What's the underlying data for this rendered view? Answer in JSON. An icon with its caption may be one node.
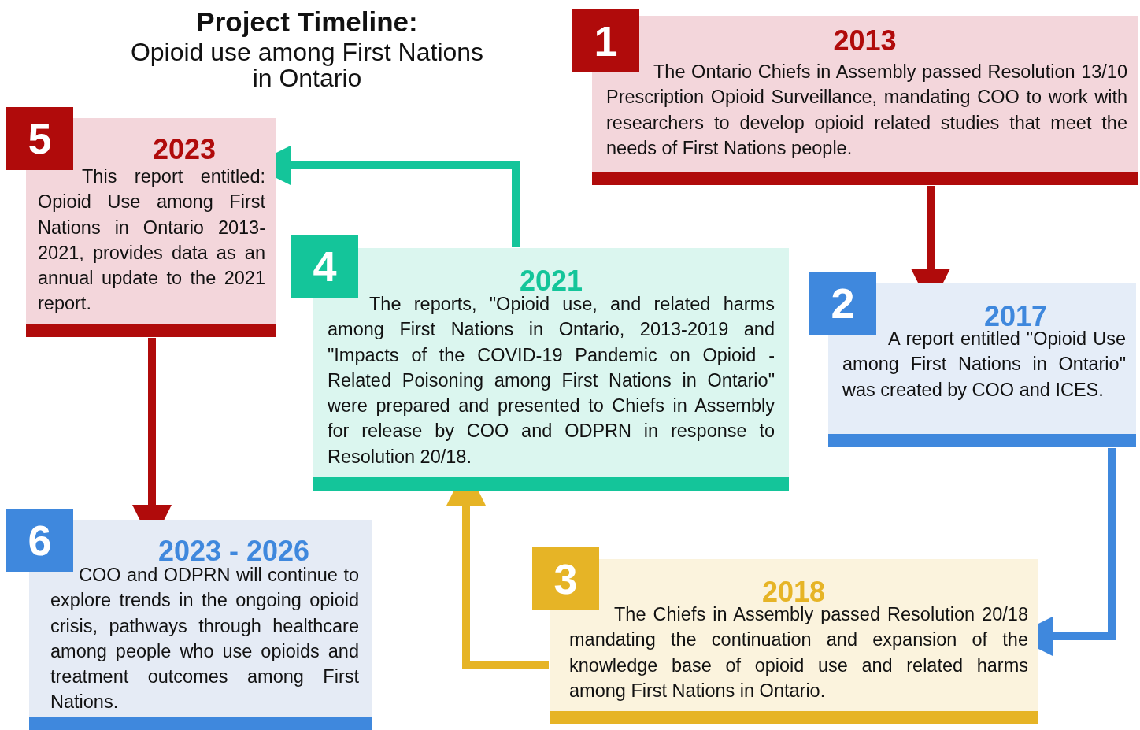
{
  "diagram": {
    "title": "Project Timeline:",
    "nodes": [
      {
        "text": [
          "1",
          "2013",
          "The Ontario Chiefs in Assembly passed Resolution 13/10 Prescription Opioid Surveillance, mandating COO to work with researchers to develop opioid related studies that meet the needs of First Nations people."
        ]
      },
      {
        "text": [
          "2",
          "2017",
          "A report entitled \"Opioid Use among First Nations in Ontario\" was created by COO and ICES."
        ]
      },
      {
        "text": [
          "3",
          "2018",
          "The Chiefs in Assembly passed Resolution 20/18 mandating the continuation and expansion of the knowledge base of opioid use and related harms among First Nations in Ontario."
        ]
      },
      {
        "text": [
          "4",
          "2021",
          "The reports, \"Opioid use, and related harms among First Nations in Ontario, 2013-2019 and \"Impacts of the COVID-19 Pandemic on Opioid -Related Poisoning among First Nations in Ontario\" were prepared and presented to Chiefs in Assembly for release by COO and ODPRN in response to Resolution 20/18."
        ]
      },
      {
        "text": [
          "5",
          "2023",
          "This report entitled: Opioid Use among First Nations in Ontario 2013-2021, provides data as an annual update to the 2021 report."
        ]
      },
      {
        "text": [
          "6",
          "2023 - 2026",
          "COO and ODPRN will continue to explore trends in the ongoing opioid crisis, pathways through healthcare among people who use opioids and treatment outcomes among First Nations."
        ]
      }
    ],
    "edges": [
      {
        "from": 0,
        "to": 1,
        "arrow": "to",
        "color": "#b00b0b"
      },
      {
        "from": 1,
        "to": 2,
        "arrow": "to",
        "color": "#3f88dd"
      },
      {
        "from": 2,
        "to": 3,
        "arrow": "to",
        "color": "#e6b426"
      },
      {
        "from": 3,
        "to": 4,
        "arrow": "to",
        "color": "#14c59a"
      },
      {
        "from": 4,
        "to": 5,
        "arrow": "to",
        "color": "#b00b0b"
      }
    ],
    "labels": [
      "Opioid use among First Nations in Ontario"
    ]
  }
}
